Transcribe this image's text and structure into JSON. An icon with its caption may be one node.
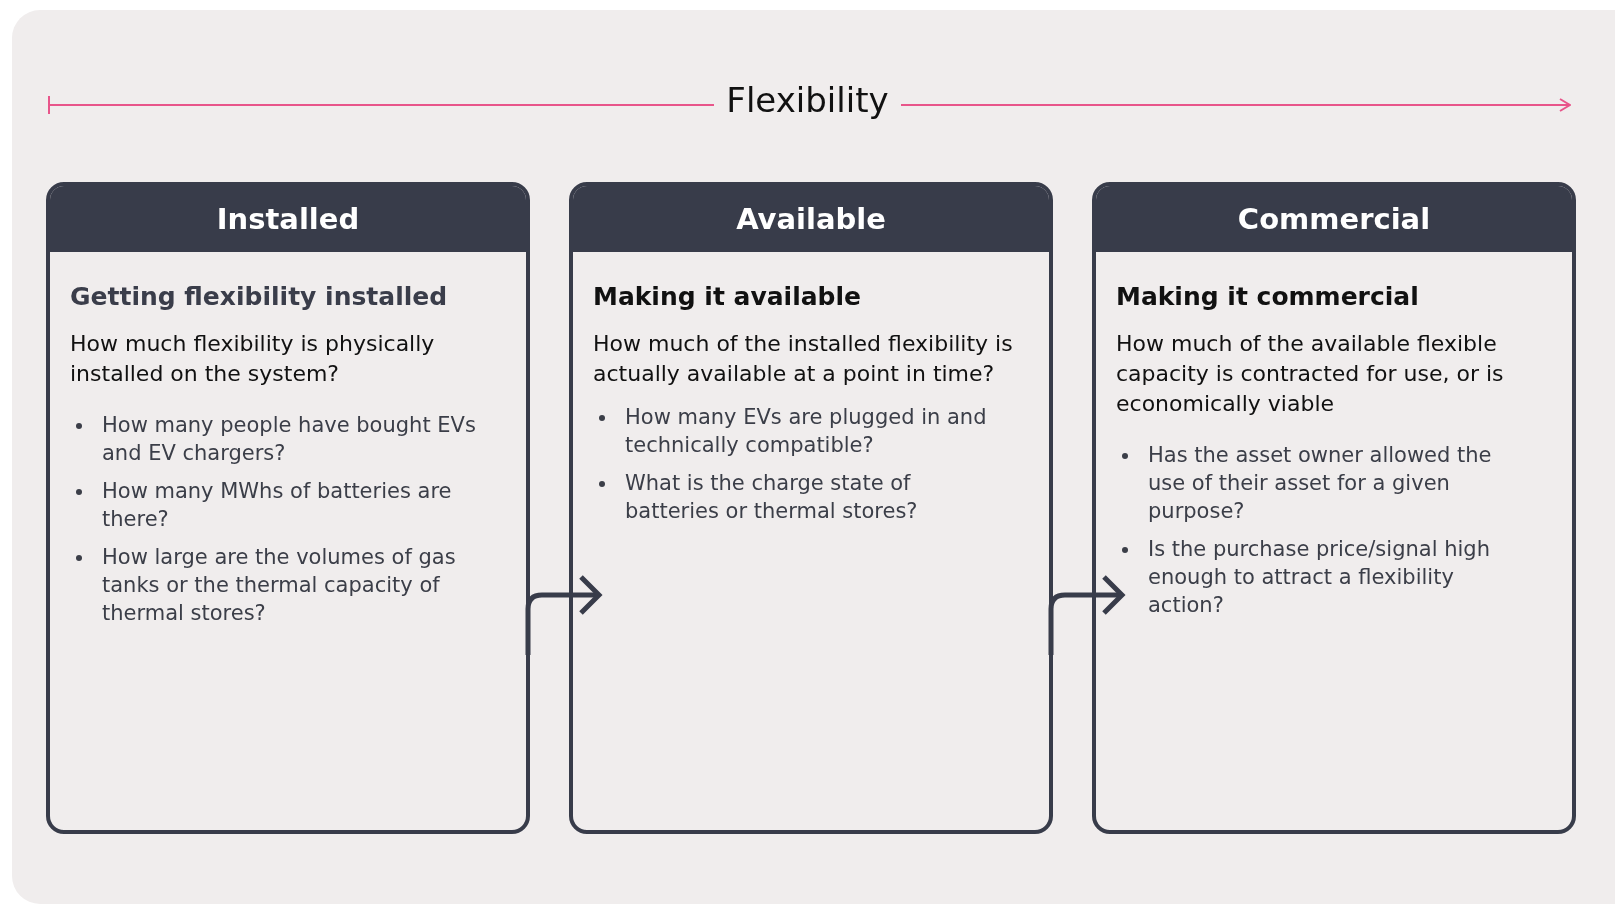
{
  "diagram": {
    "nodes": [
      {
        "text": [
          "Installed",
          "Getting flexibility installed",
          "How much flexibility is physically installed on the system?",
          "How many people have bought EVs and EV chargers?",
          "How many MWhs of batteries are there?",
          "How large are the volumes of gas tanks or the thermal capacity of thermal stores?"
        ]
      },
      {
        "text": [
          "Available",
          "Making it available",
          "How much of the installed flexibility is actually available at a point in time?",
          "How many EVs are plugged in and technically compatible?",
          "What is the charge state of batteries or thermal stores?"
        ]
      },
      {
        "text": [
          "Commercial",
          "Making it commercial",
          "How much of the available flexible capacity is contracted for use, or is economically viable",
          "Has the asset owner allowed the use of their asset for a given purpose?",
          "Is the purchase price/signal high enough to attract a flexibility action?"
        ]
      }
    ],
    "edges": [
      {
        "from": 0,
        "to": 1,
        "arrow": "to"
      },
      {
        "from": 1,
        "to": 2,
        "arrow": "to"
      }
    ],
    "labels": [
      "Flexibility"
    ]
  }
}
